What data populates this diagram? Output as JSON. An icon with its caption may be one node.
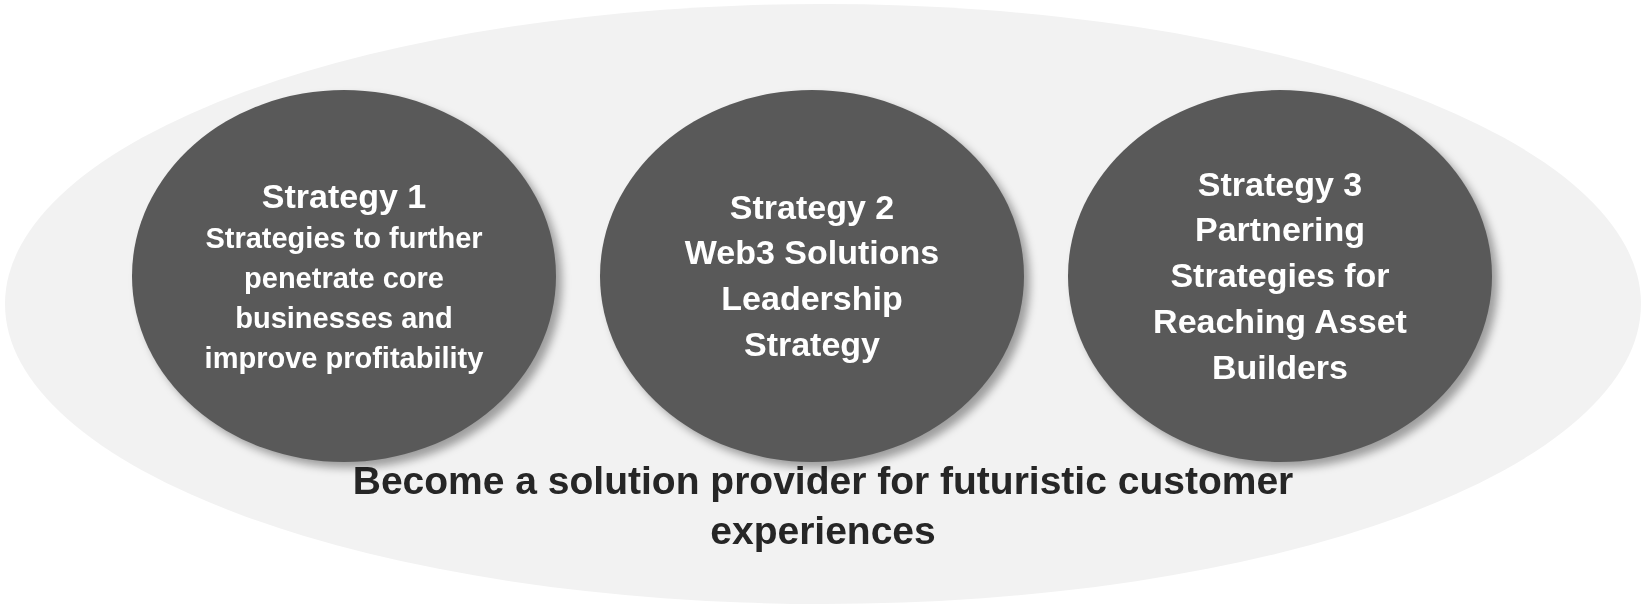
{
  "diagram": {
    "nodes": [
      {
        "text": [
          "Become a solution provider for futuristic customer experiences"
        ]
      },
      {
        "text": [
          "Strategy 1",
          "Strategies to further penetrate core businesses and improve profitability"
        ],
        "in": 0
      },
      {
        "text": [
          "Strategy 2",
          "Web3 Solutions Leadership Strategy"
        ],
        "in": 0
      },
      {
        "text": [
          "Strategy 3",
          "Partnering Strategies for Reaching Asset Builders"
        ],
        "in": 0
      }
    ]
  }
}
